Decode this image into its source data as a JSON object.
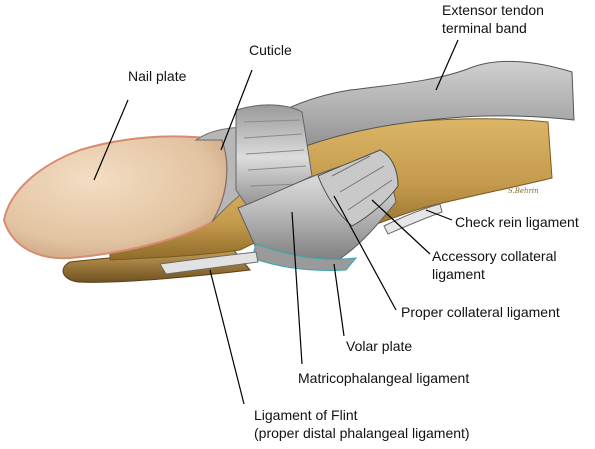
{
  "labels": {
    "extensor_tendon": [
      "Extensor tendon",
      "terminal band"
    ],
    "cuticle": "Cuticle",
    "nail_plate": "Nail plate",
    "check_rein": "Check rein ligament",
    "accessory_collateral": [
      "Accessory collateral",
      "ligament"
    ],
    "proper_collateral": "Proper collateral ligament",
    "volar_plate": "Volar plate",
    "matricophalangeal": "Matricophalangeal ligament",
    "flint": [
      "Ligament of Flint",
      "(proper distal phalangeal ligament)"
    ]
  },
  "signature": "S.Behrin",
  "colors": {
    "background": "#ffffff",
    "nail": "#e6c9a8",
    "nail_edge": "#d98b72",
    "bone": "#c49a4c",
    "bone_dark": "#8f6a2a",
    "ligament": "#b9b9b9",
    "ligament_light": "#dcdcdc",
    "ligament_dark": "#7d7d7d",
    "leader": "#000000"
  }
}
